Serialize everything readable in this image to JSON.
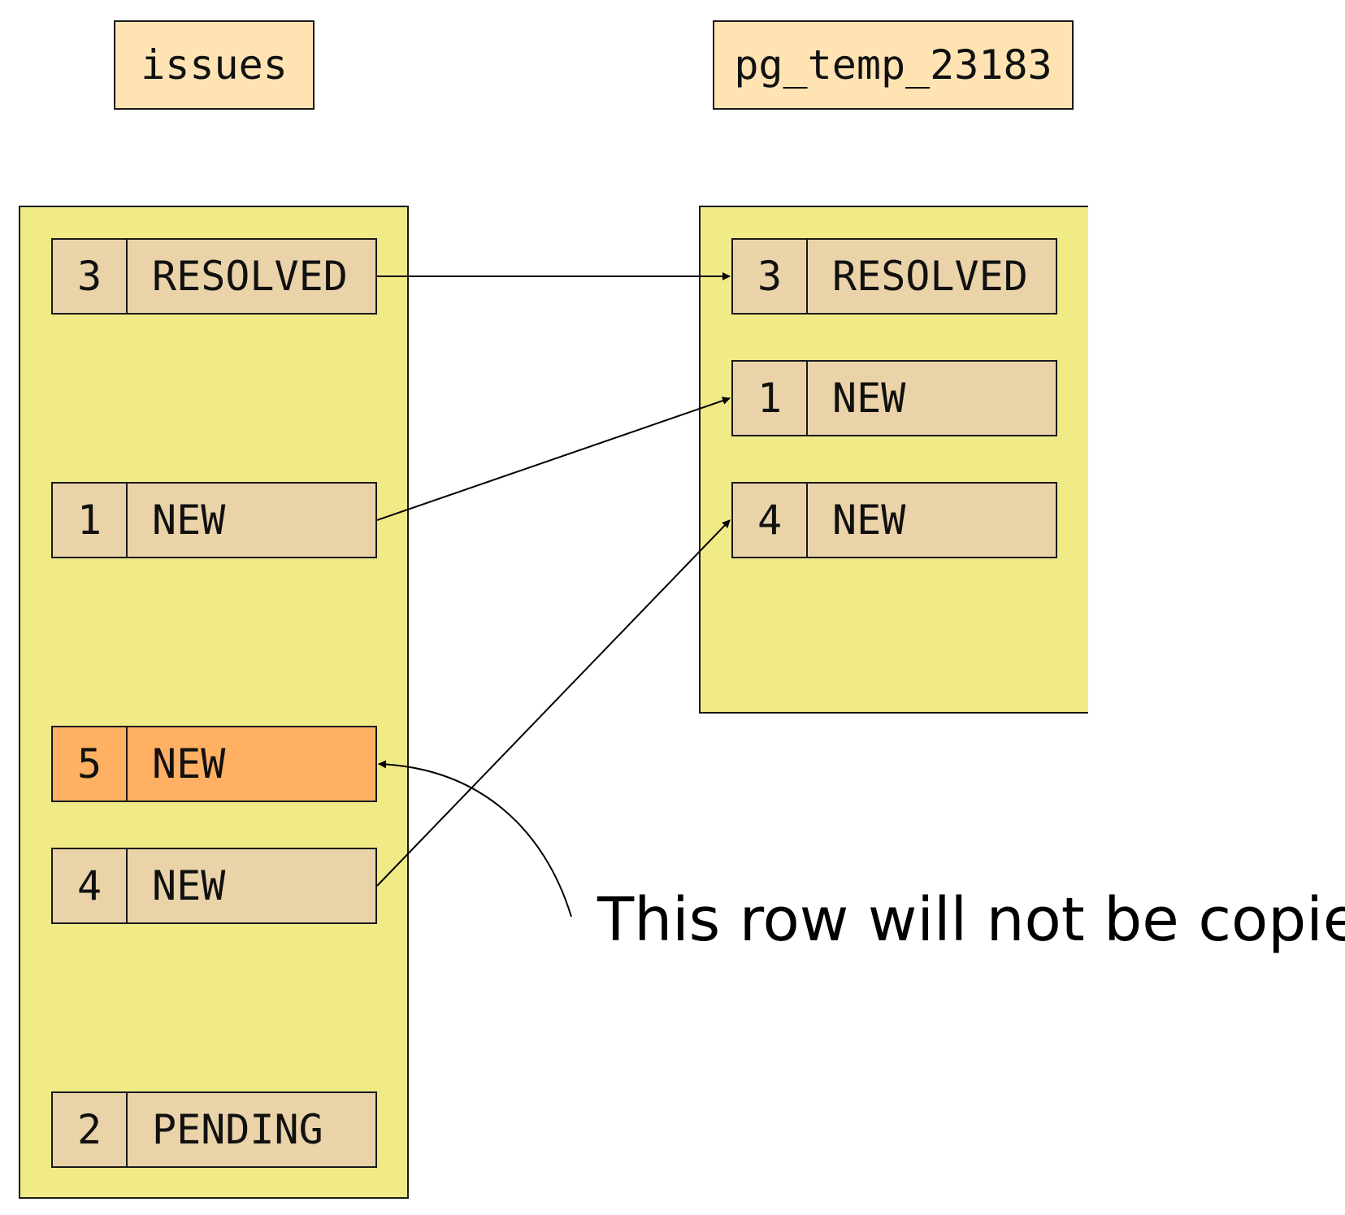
{
  "source_table": {
    "name": "issues",
    "rows": [
      {
        "id": "3",
        "status": "RESOLVED"
      },
      {
        "id": "1",
        "status": "NEW"
      },
      {
        "id": "5",
        "status": "NEW"
      },
      {
        "id": "4",
        "status": "NEW"
      },
      {
        "id": "2",
        "status": "PENDING"
      }
    ]
  },
  "target_table": {
    "name": "pg_temp_23183",
    "rows": [
      {
        "id": "3",
        "status": "RESOLVED"
      },
      {
        "id": "1",
        "status": "NEW"
      },
      {
        "id": "4",
        "status": "NEW"
      }
    ]
  },
  "annotation": "This row will not be copied",
  "colors": {
    "title_fill": "#ffe3b3",
    "panel_fill": "#f1eb87",
    "row_fill": "#ead3a8",
    "highlight_fill": "#ffb062"
  }
}
